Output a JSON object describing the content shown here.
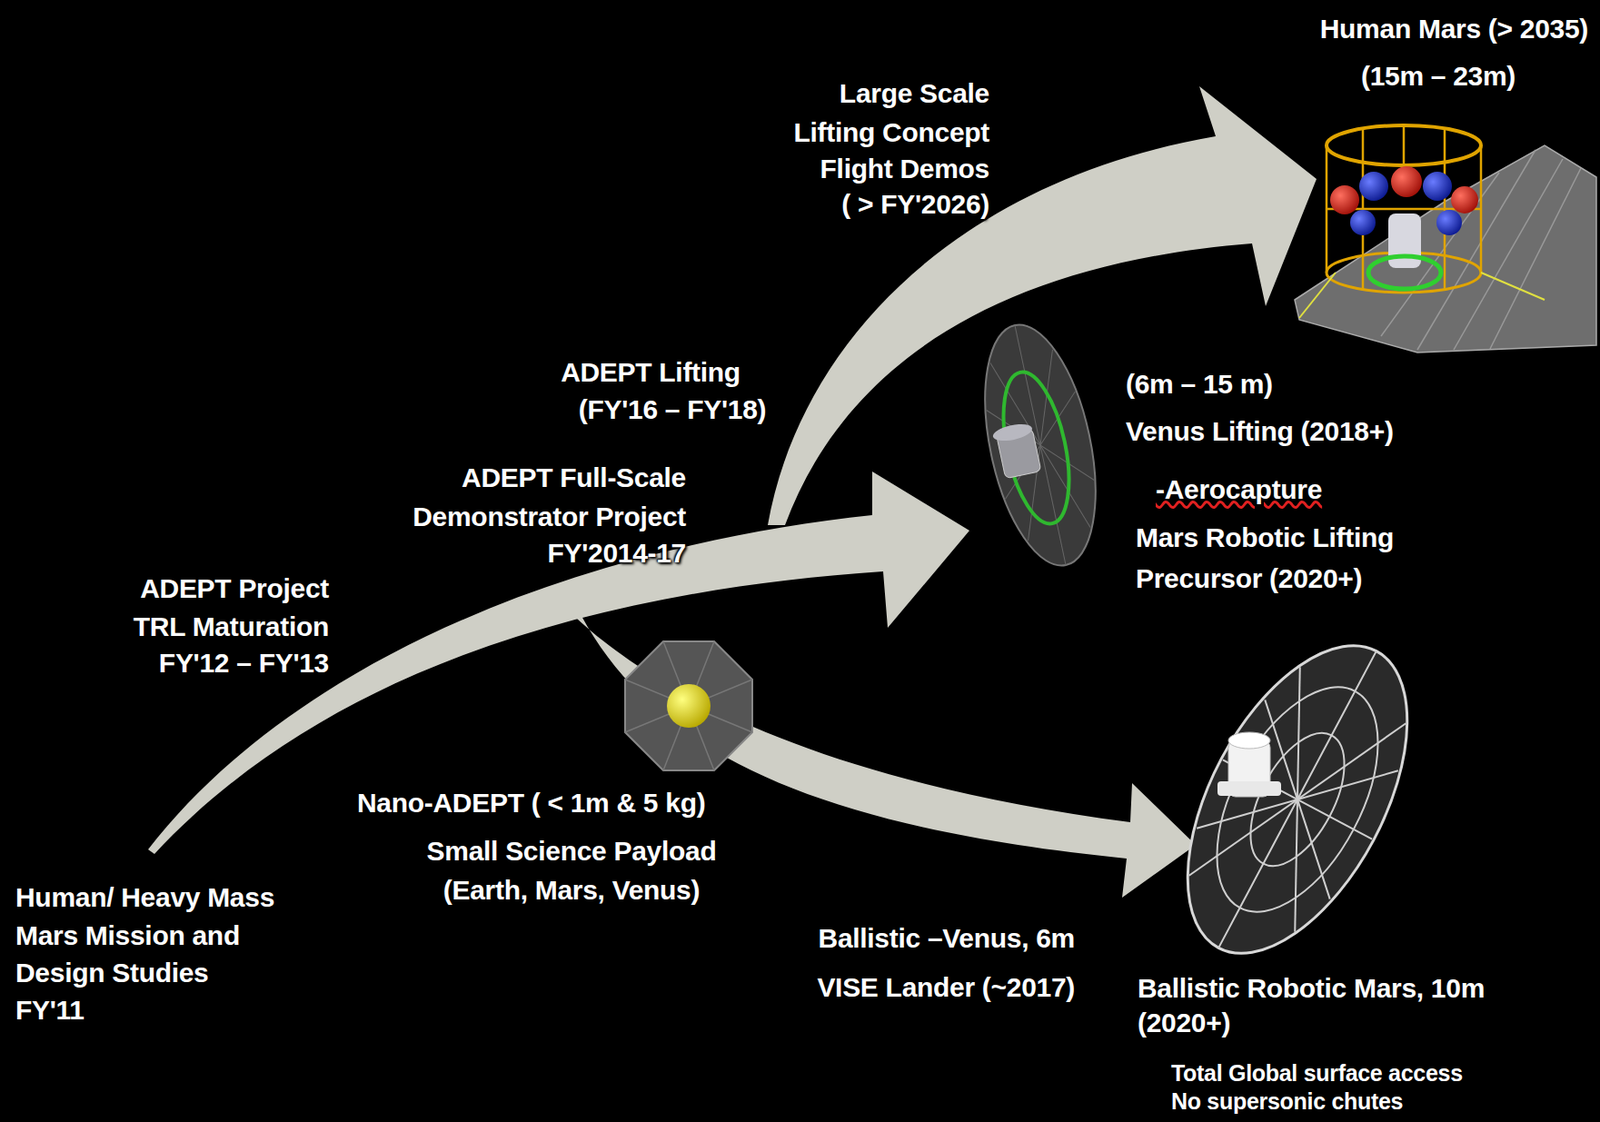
{
  "diagram": {
    "labels": [
      "Human Mars (> 2035)",
      "(15m – 23m)",
      "Large Scale",
      "Lifting Concept",
      "Flight Demos",
      "( > FY'2026)",
      "ADEPT Lifting",
      "(FY'16 – FY'18)",
      "ADEPT Full-Scale",
      "Demonstrator Project",
      "FY'2014-17",
      "ADEPT Project",
      "TRL Maturation",
      "FY'12 – FY'13",
      "Human/ Heavy Mass",
      "Mars Mission and",
      "Design Studies",
      "FY'11",
      "Nano-ADEPT ( < 1m & 5 kg)",
      "Small Science Payload",
      "(Earth, Mars, Venus)",
      "Ballistic –Venus, 6m",
      "VISE Lander (~2017)",
      "(6m – 15 m)",
      "Venus Lifting (2018+)",
      "-Aerocapture",
      "Mars Robotic Lifting",
      "Precursor (2020+)",
      "Ballistic Robotic Mars, 10m",
      "(2020+)",
      "Total Global surface access",
      "No supersonic chutes"
    ]
  }
}
